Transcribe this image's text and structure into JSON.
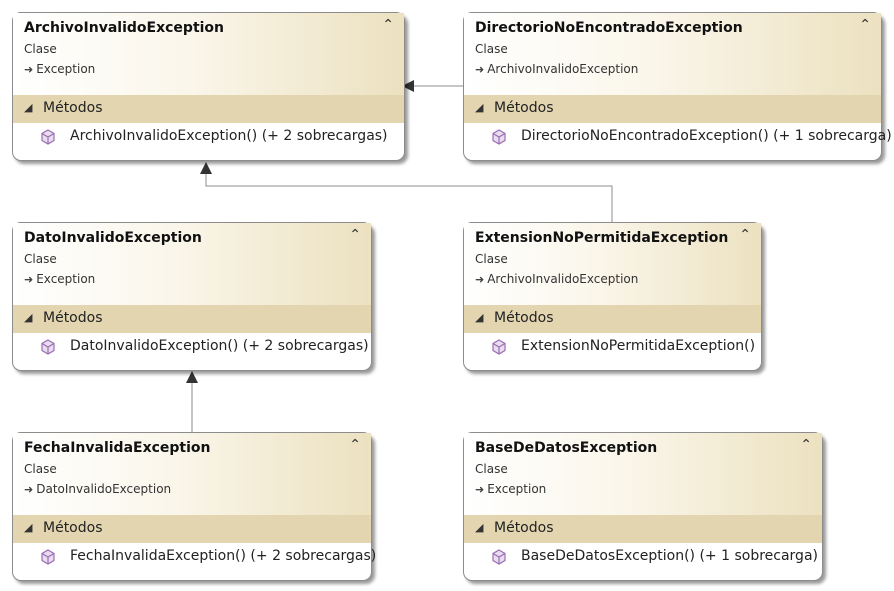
{
  "boxes": [
    {
      "title": "ArchivoInvalidoException",
      "kind": "Clase",
      "base": "Exception",
      "section": "Métodos",
      "method": "ArchivoInvalidoException() (+ 2 sobrecargas)"
    },
    {
      "title": "DirectorioNoEncontradoException",
      "kind": "Clase",
      "base": "ArchivoInvalidoException",
      "section": "Métodos",
      "method": "DirectorioNoEncontradoException() (+ 1 sobrecarga)"
    },
    {
      "title": "DatoInvalidoException",
      "kind": "Clase",
      "base": "Exception",
      "section": "Métodos",
      "method": "DatoInvalidoException() (+ 2 sobrecargas)"
    },
    {
      "title": "ExtensionNoPermitidaException",
      "kind": "Clase",
      "base": "ArchivoInvalidoException",
      "section": "Métodos",
      "method": "ExtensionNoPermitidaException()"
    },
    {
      "title": "FechaInvalidaException",
      "kind": "Clase",
      "base": "DatoInvalidoException",
      "section": "Métodos",
      "method": "FechaInvalidaException() (+ 2 sobrecargas)"
    },
    {
      "title": "BaseDeDatosException",
      "kind": "Clase",
      "base": "Exception",
      "section": "Métodos",
      "method": "BaseDeDatosException() (+ 1 sobrecarga)"
    }
  ],
  "icons": {
    "collapse": "double-chevron-up-icon",
    "section_toggle": "triangle-collapse-icon",
    "method": "method-cube-icon",
    "inheritance": "inherits-arrow-icon"
  },
  "colors": {
    "header_gradient_end": "#ece1c0",
    "section_band": "#e2d5b0",
    "method_icon": "#9b6fb3",
    "connector": "#8c8c8c",
    "arrowhead": "#333333"
  }
}
